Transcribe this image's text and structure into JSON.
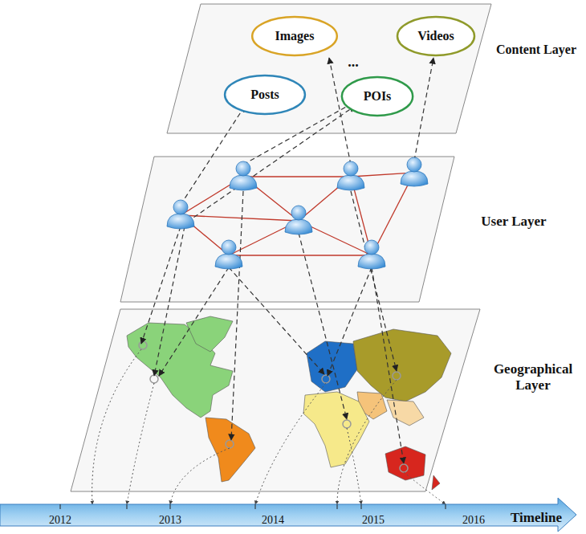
{
  "diagram": {
    "nodes": [
      {
        "text": [
          "Images"
        ]
      },
      {
        "text": [
          "Videos"
        ]
      },
      {
        "text": [
          "Posts"
        ]
      },
      {
        "text": [
          "POIs"
        ]
      }
    ],
    "labels": [
      "Content Layer",
      "...",
      "User Layer",
      "Geographical Layer",
      "2012",
      "2013",
      "2014",
      "2015",
      "2016",
      "Timeline"
    ]
  }
}
